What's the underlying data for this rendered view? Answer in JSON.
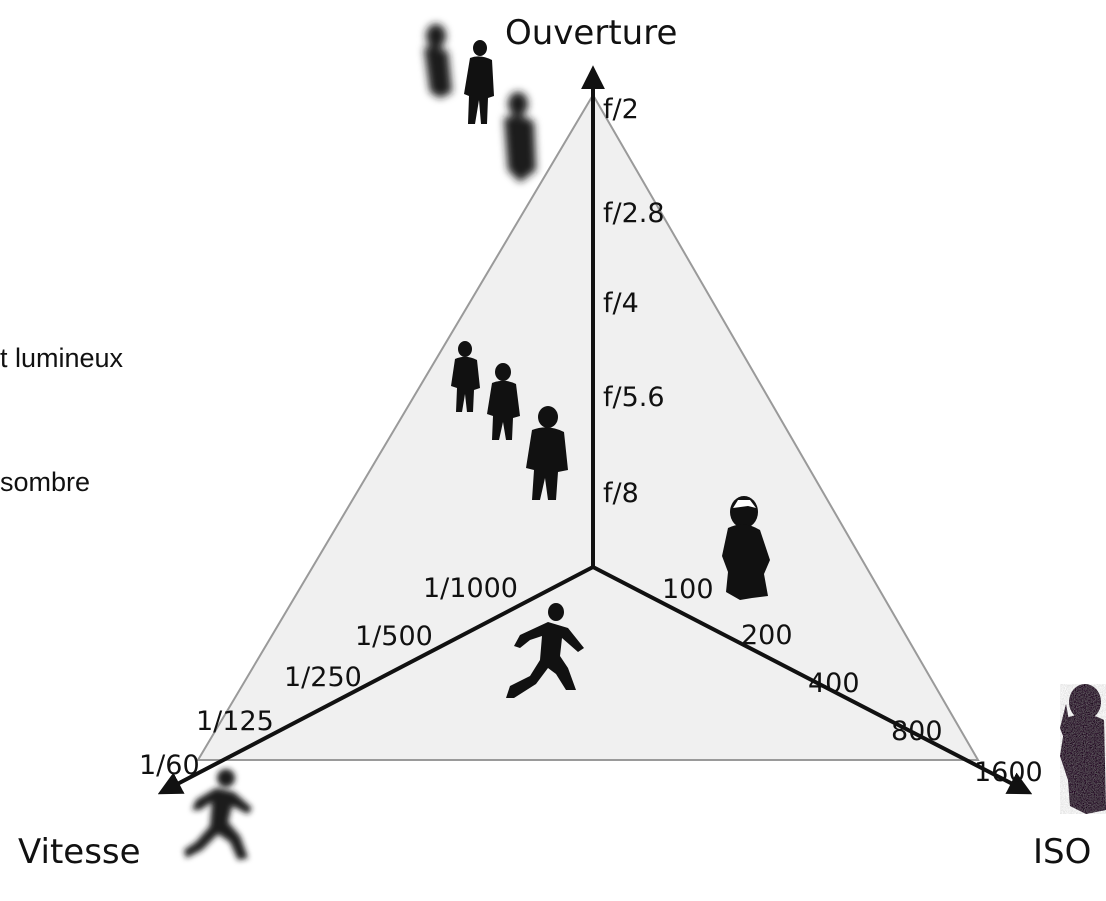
{
  "captions": [
    {
      "id": "caption-lumineux",
      "text": "t lumineux"
    },
    {
      "id": "caption-sombre",
      "text": "sombre"
    }
  ],
  "axes": {
    "aperture": {
      "title": "Ouverture",
      "ticks": [
        "f/2",
        "f/2.8",
        "f/4",
        "f/5.6",
        "f/8"
      ]
    },
    "speed": {
      "title": "Vitesse",
      "ticks": [
        "1/1000",
        "1/500",
        "1/250",
        "1/125",
        "1/60"
      ]
    },
    "iso": {
      "title": "ISO",
      "ticks": [
        "100",
        "200",
        "400",
        "800",
        "1600"
      ]
    }
  },
  "colors": {
    "triangle_fill": "#f0f0f0",
    "triangle_stroke": "#9a9a9a",
    "axis": "#111111",
    "text": "#111111"
  },
  "icons": [
    "blurred-walkers-icon",
    "sharp-walkers-icon",
    "runner-icon",
    "blurred-runner-icon",
    "portrait-icon",
    "noisy-portrait-icon"
  ]
}
